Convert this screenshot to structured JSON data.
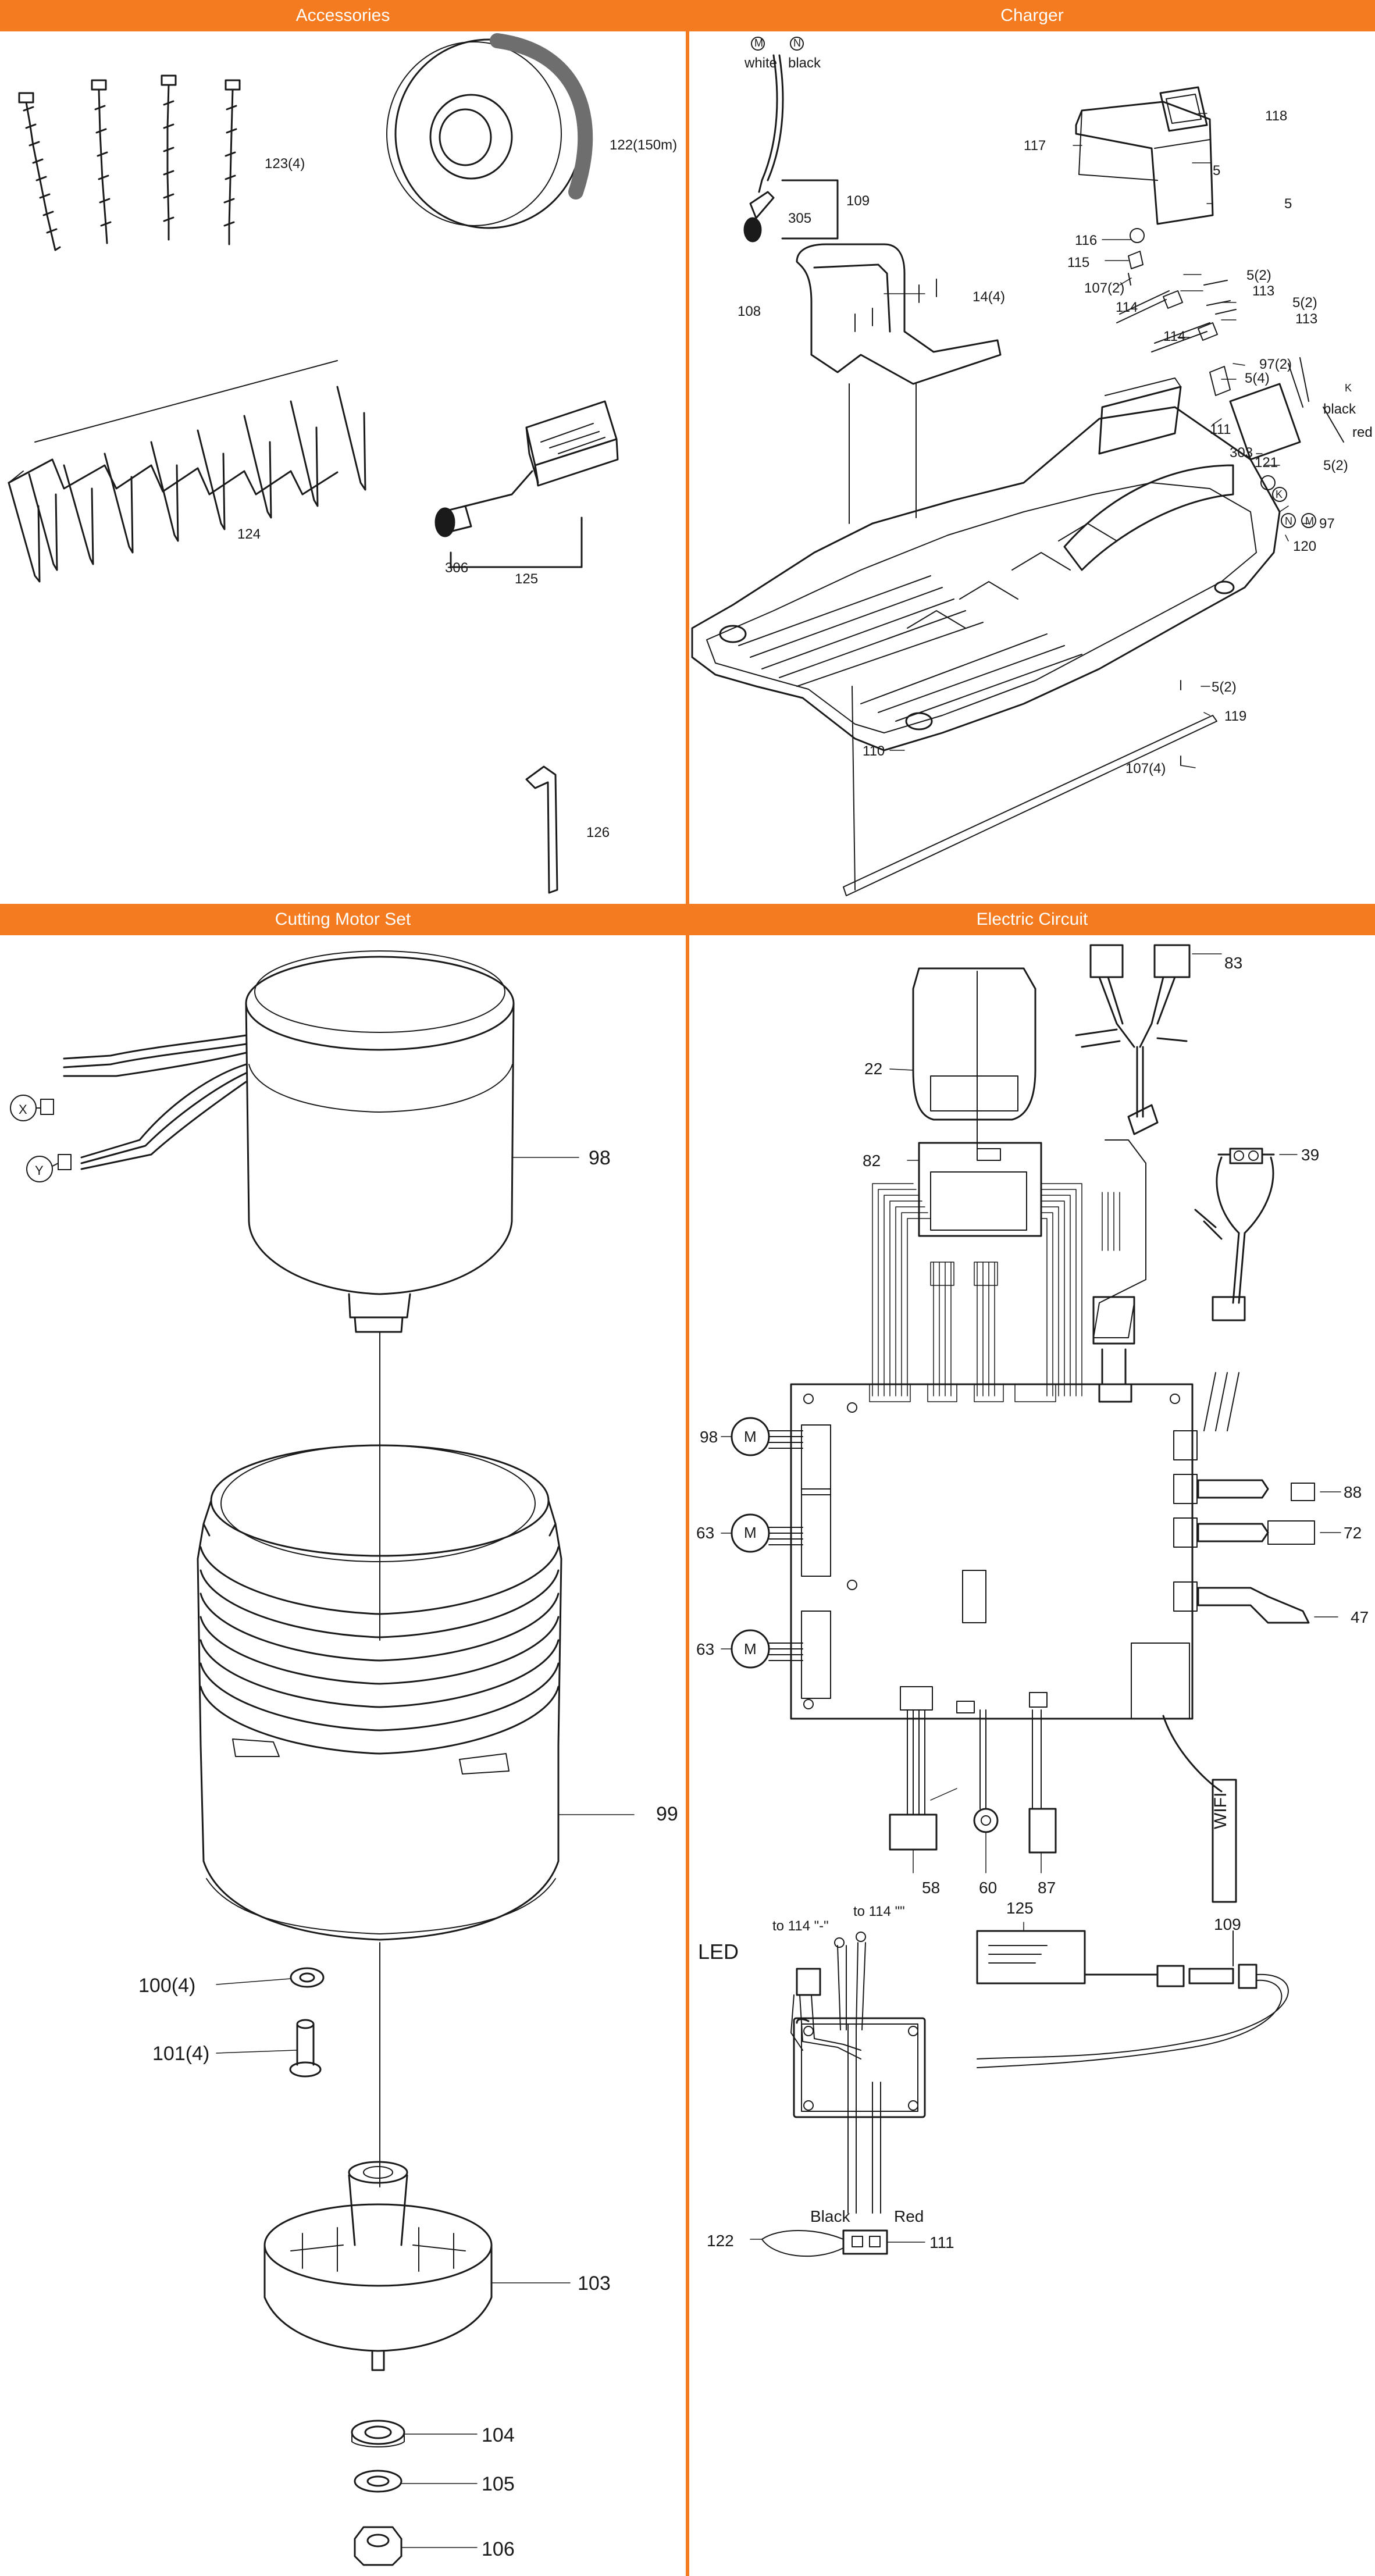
{
  "sections": {
    "accessories": "Accessories",
    "charger": "Charger",
    "cutting_motor_set": "Cutting Motor Set",
    "electric_circuit": "Electric Circuit"
  },
  "colors": {
    "accent": "#f47b20",
    "line": "#1a1a1a",
    "background": "#ffffff"
  },
  "accessories": {
    "labels": {
      "stakes": "123(4)",
      "wire_spool": "122(150m)",
      "pegs": "124",
      "connector": "306",
      "power_supply": "125",
      "hex_key": "126"
    }
  },
  "charger": {
    "labels": {
      "wire_white": "white",
      "wire_black": "black",
      "m": "M",
      "n": "N",
      "l305": "305",
      "l109": "109",
      "l108": "108",
      "l14": "14(4)",
      "l117": "117",
      "l118": "118",
      "l5a": "5",
      "l5b": "5",
      "l116": "116",
      "l115": "115",
      "l107a": "107(2)",
      "l114a": "114",
      "l5c": "5(2)",
      "l113a": "113",
      "l5d": "5(2)",
      "l113b": "113",
      "l114b": "114",
      "l97a": "97(2)",
      "l5e": "5(4)",
      "l111": "111",
      "l303": "303",
      "l121": "121",
      "l5f": "5(2)",
      "black": "black",
      "red": "red",
      "k1": "K",
      "k2": "K",
      "m2": "M",
      "n2": "N",
      "l97b": "97",
      "l120": "120",
      "l5g": "5(2)",
      "l119": "119",
      "l107b": "107(4)",
      "l110": "110"
    }
  },
  "motor": {
    "labels": {
      "x": "X",
      "y": "Y",
      "l98": "98",
      "l99": "99",
      "l100": "100(4)",
      "l101": "101(4)",
      "l103": "103",
      "l104": "104",
      "l105": "105",
      "l106": "106"
    }
  },
  "circuit": {
    "labels": {
      "l83": "83",
      "l22": "22",
      "l82": "82",
      "l39": "39",
      "l98": "98",
      "l63a": "63",
      "l63b": "63",
      "l88": "88",
      "l72": "72",
      "l47": "47",
      "m": "M",
      "l58": "58",
      "l60": "60",
      "l87": "87",
      "wifi": "WIFI",
      "l109": "109",
      "l125": "125",
      "led": "LED",
      "to114neg": "to 114 \"-\"",
      "to114pos": "to 114 \"\"",
      "black": "Black",
      "red": "Red",
      "l122": "122",
      "l111": "111"
    }
  }
}
